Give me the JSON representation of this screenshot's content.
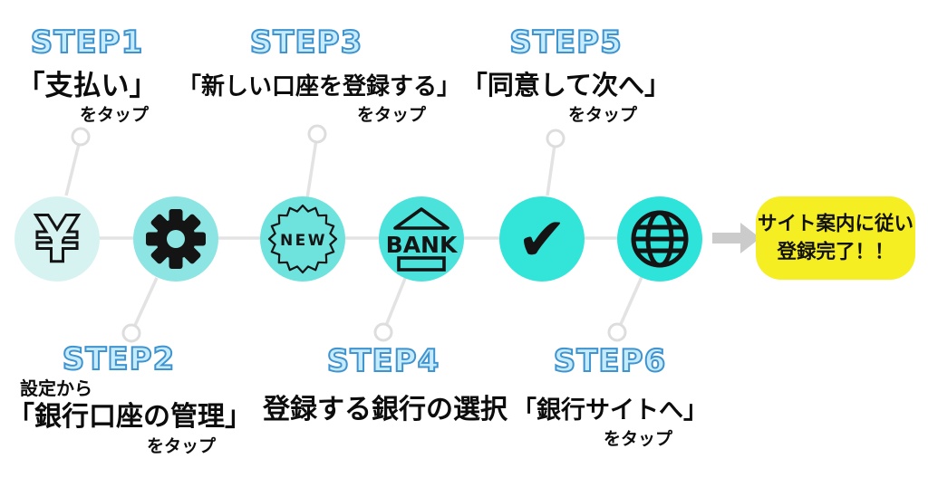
{
  "steps": [
    {
      "label": "STEP1",
      "main": "「支払い」",
      "sub": "をタップ"
    },
    {
      "label": "STEP2",
      "pre": "設定から",
      "main": "「銀行口座の管理」",
      "sub": "をタップ"
    },
    {
      "label": "STEP3",
      "main": "「新しい口座を登録する」",
      "sub": "をタップ"
    },
    {
      "label": "STEP4",
      "main": "登録する銀行の選択",
      "sub": ""
    },
    {
      "label": "STEP5",
      "main": "「同意して次へ」",
      "sub": "をタップ"
    },
    {
      "label": "STEP6",
      "main": "「銀行サイトへ」",
      "sub": "をタップ"
    }
  ],
  "icons": {
    "yen_glyph": "¥",
    "check_glyph": "✔",
    "new_text": "NEW",
    "bank_text": "BANK"
  },
  "result": {
    "line1": "サイト案内に従い",
    "line2": "登録完了！！"
  },
  "colors": {
    "circle_colors": [
      "#d6f3f2",
      "#8ce5e2",
      "#6ee2dd",
      "#4ce2dc",
      "#33e4d9",
      "#2ee3d9"
    ],
    "step_label_fill": "#c6ebfc",
    "step_label_outline": "#3f93cf",
    "result_bg": "#f4ee22",
    "connector": "#e3e3e3",
    "ring_stroke": "#dddddd",
    "arrow": "#cbcbcb",
    "icon_ink": "#141414",
    "text": "#0c0c0c"
  }
}
